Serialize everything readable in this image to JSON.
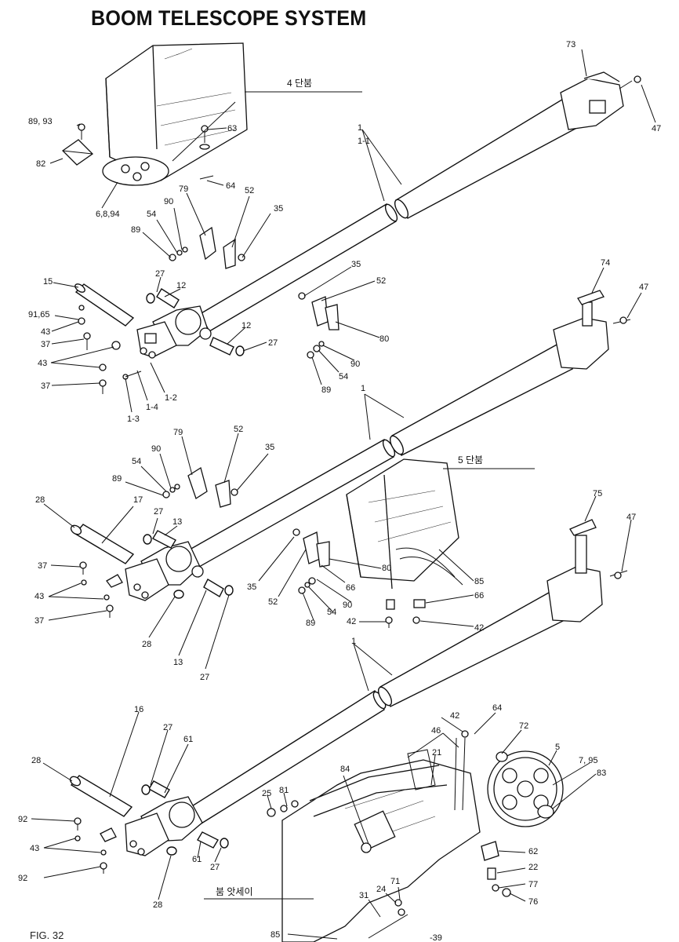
{
  "title": "BOOM TELESCOPE SYSTEM",
  "figure_label": "FIG. 32",
  "section_labels": {
    "boom4": "4 단붐",
    "boom5": "5 단붐",
    "boom_assy": "붐 앗세이"
  },
  "labels": {
    "l73": "73",
    "l47a": "47",
    "l8993": "89, 93",
    "l63": "63",
    "l82": "82",
    "l64a": "64",
    "l6894": "6,8,94",
    "l79a": "79",
    "l52a": "52",
    "l35a": "35",
    "l90a": "90",
    "l54a": "54",
    "l89a": "89",
    "l1a": "1",
    "l11": "1-1",
    "l15": "15",
    "l9165": "91,65",
    "l27a": "27",
    "l12a": "12",
    "l43a": "43",
    "l37a": "37",
    "l43b": "43",
    "l12b": "12",
    "l27b": "27",
    "l37b": "37",
    "l13a": "1-3",
    "l14": "1-4",
    "l12c": "1-2",
    "l35b": "35",
    "l52b": "52",
    "l80a": "80",
    "l90b": "90",
    "l54b": "54",
    "l89b": "89",
    "l74": "74",
    "l47b": "47",
    "l1b": "1",
    "l79b": "79",
    "l52c": "52",
    "l35c": "35",
    "l90c": "90",
    "l54c": "54",
    "l89c": "89",
    "l28a": "28",
    "l17": "17",
    "l27c": "27",
    "l13b": "13",
    "l37c": "37",
    "l43c": "43",
    "l37d": "37",
    "l28b": "28",
    "l13c": "13",
    "l27d": "27",
    "l35d": "35",
    "l52d": "52",
    "l80b": "80",
    "l66a": "66",
    "l90d": "90",
    "l54d": "54",
    "l89d": "89",
    "l42a": "42",
    "l85a": "85",
    "l66b": "66",
    "l42b": "42",
    "l75": "75",
    "l47c": "47",
    "l1c": "1",
    "l16": "16",
    "l27e": "27",
    "l61a": "61",
    "l28c": "28",
    "l92a": "92",
    "l43d": "43",
    "l92b": "92",
    "l28d": "28",
    "l61b": "61",
    "l27f": "27",
    "l42c": "42",
    "l46": "46",
    "l64b": "64",
    "l72": "72",
    "l5": "5",
    "l795": "7, 95",
    "l83": "83",
    "l21": "21",
    "l84": "84",
    "l25": "25",
    "l81": "81",
    "l62": "62",
    "l22": "22",
    "l77": "77",
    "l76": "76",
    "l71": "71",
    "l24": "24",
    "l31": "31",
    "l85b": "85",
    "l39": "-39"
  }
}
